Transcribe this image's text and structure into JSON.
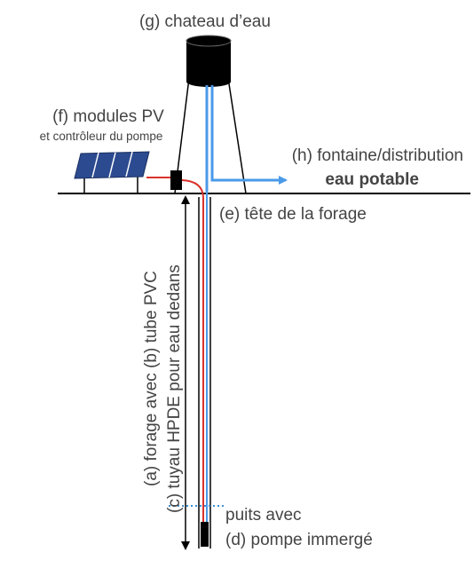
{
  "labels": {
    "chateau": "(g) chateau d’eau",
    "modules_line1": "(f) modules PV",
    "modules_line2": "et contrôleur du pompe",
    "fontaine_line1": "(h) fontaine/distribution",
    "fontaine_line2": "eau potable",
    "tete": "(e) tête de la forage",
    "forage_line1": "(a) forage avec (b) tube PVC",
    "forage_line2": "(c) tuyau HPDE pour eau dedans",
    "puits_line1": "puits avec",
    "puits_line2": "(d) pompe immergé"
  },
  "colors": {
    "water_pipe": "#4a9ae8",
    "red_cable": "#d9332b",
    "pv_panel": "#2c4a8f",
    "water_level": "#3b8fd9",
    "ink": "#000000",
    "text": "#444444"
  }
}
